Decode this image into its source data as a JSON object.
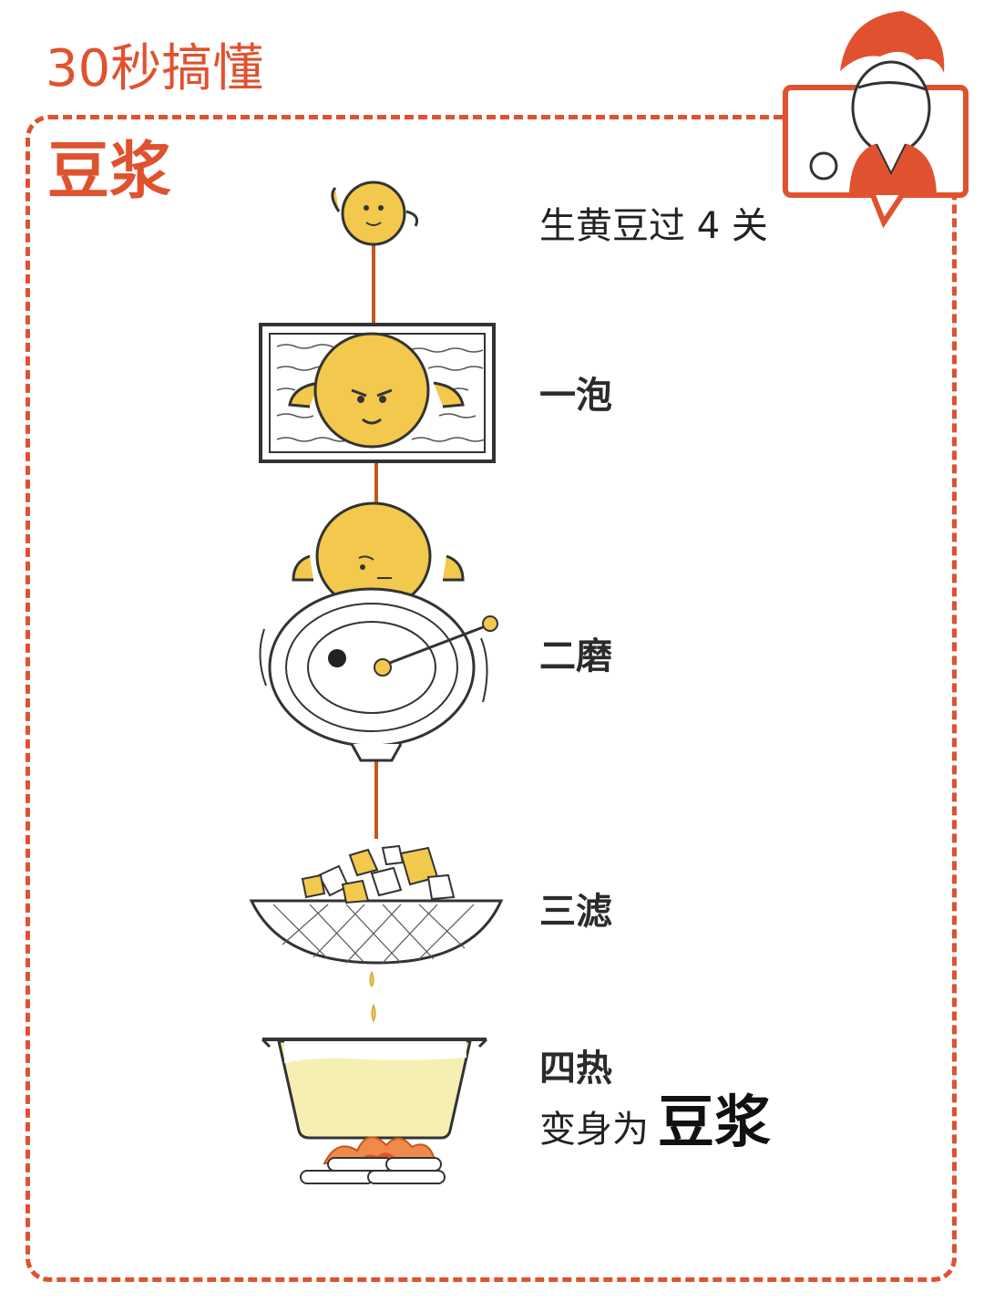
{
  "header": {
    "title": "30秒搞懂"
  },
  "topic": {
    "title": "豆浆"
  },
  "intro": {
    "text": "生黄豆过 4 关"
  },
  "stages": [
    {
      "label": "一泡"
    },
    {
      "label": "二磨"
    },
    {
      "label": "三滤"
    },
    {
      "label": "四热"
    }
  ],
  "result": {
    "prefix": "变身为",
    "word": "豆浆"
  },
  "colors": {
    "accent": "#e0522f",
    "bean": "#f2c94c",
    "stem": "#c4571d"
  },
  "icons": [
    "mascot-avatar-icon",
    "soybean-icon",
    "soak-tank-icon",
    "millstone-icon",
    "strainer-icon",
    "pot-icon",
    "fire-icon"
  ]
}
